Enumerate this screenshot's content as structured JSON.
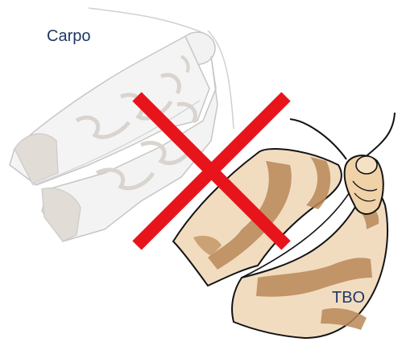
{
  "labels": {
    "carpo": "Carpo",
    "tbo": "TBO"
  },
  "icons": {
    "faded_moth": "codling-moth-illustration",
    "main_moth": "tortricid-moth-illustration",
    "cross": "red-x-mark"
  },
  "colors": {
    "label_text": "#1f3864",
    "cross": "#e8141b",
    "faded_body": "#f2f2f2",
    "faded_band": "#d8d2cc",
    "faded_outline": "#b0b0b0",
    "moth_base": "#f2dcc0",
    "moth_band": "#b88858",
    "moth_outline": "#141414"
  }
}
